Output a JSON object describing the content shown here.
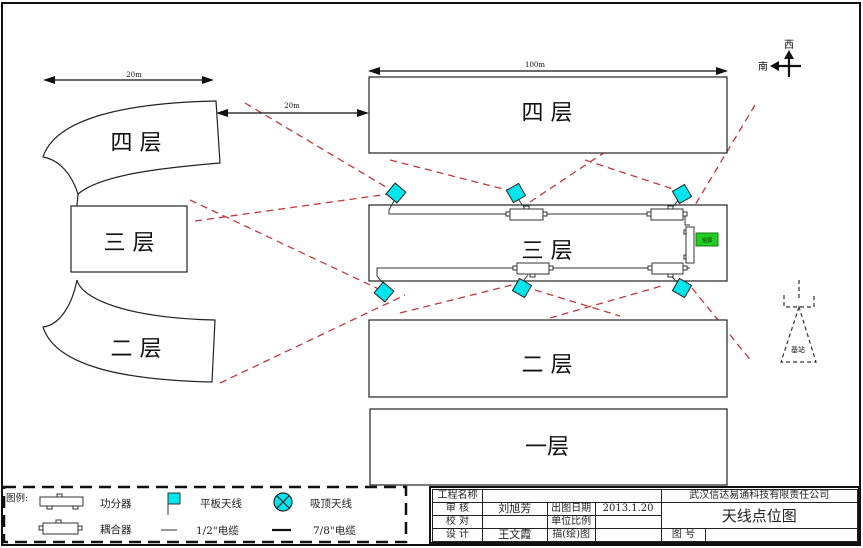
{
  "drawing": {
    "title": "天线点位图",
    "dimensions": {
      "left_building_width": "20m",
      "gap": "20m",
      "main_building_width": "100m"
    },
    "compass": {
      "north_up_label": "西",
      "left_label": "南"
    },
    "left_buildings": [
      {
        "label": "四 层"
      },
      {
        "label": "三 层"
      },
      {
        "label": "二 层"
      }
    ],
    "main_buildings": [
      {
        "label": "四  层"
      },
      {
        "label": "三  层"
      },
      {
        "label": "二  层"
      },
      {
        "label": "一层"
      }
    ],
    "source_label": "信源",
    "base_station_label": "基站",
    "colors": {
      "antenna": "#00e5ee",
      "coverage": "#c0393b",
      "source": "#22cc22"
    }
  },
  "legend": {
    "title": "图例:",
    "items": [
      {
        "name": "power-splitter",
        "label": "功分器"
      },
      {
        "name": "panel-antenna",
        "label": "平板天线"
      },
      {
        "name": "ceiling-antenna",
        "label": "吸顶天线"
      },
      {
        "name": "coupler",
        "label": "耦合器"
      },
      {
        "name": "half-inch-cable",
        "label": "1/2\"电缆"
      },
      {
        "name": "seven-eighths-cable",
        "label": "7/8\"电缆"
      }
    ]
  },
  "title_block": {
    "project_name_label": "工程名称",
    "project_name_value": "",
    "company": "武汉信达易通科技有限责任公司",
    "review_label": "审  核",
    "review_value": "刘旭芳",
    "date_label": "出图日期",
    "date_value": "2013.1.20",
    "check_label": "校  对",
    "check_value": "",
    "scale_label": "单位比例",
    "scale_value": "",
    "design_label": "设  计",
    "design_value": "王文霞",
    "drawn_label": "描(绘)图",
    "drawn_value": "",
    "drawing_title": "天线点位图",
    "drawing_no_label": "图  号",
    "drawing_no_value": ""
  }
}
